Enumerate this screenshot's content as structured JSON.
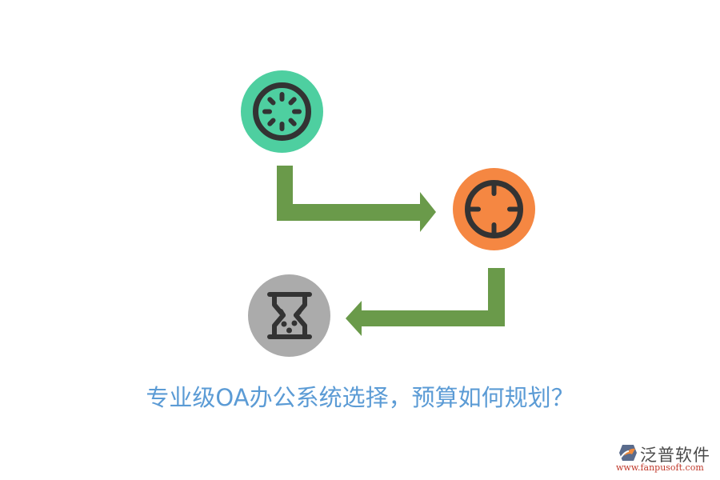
{
  "title": "专业级OA办公系统选择，预算如何规划？",
  "colors": {
    "background": "#ffffff",
    "step1_circle": "#4ecfa0",
    "step2_circle": "#f58742",
    "step3_circle": "#ababab",
    "icon_stroke": "#333333",
    "arrow": "#6a9a4a",
    "title_text": "#5b9bd5"
  },
  "steps": [
    {
      "icon": "loading-spinner-icon",
      "color": "#4ecfa0"
    },
    {
      "icon": "crosshair-target-icon",
      "color": "#f58742"
    },
    {
      "icon": "hourglass-icon",
      "color": "#ababab"
    }
  ],
  "arrows": [
    {
      "direction": "down-then-right",
      "from": "step1",
      "to": "step2"
    },
    {
      "direction": "down-then-left",
      "from": "step2",
      "to": "step3"
    }
  ],
  "logo": {
    "name": "泛普软件",
    "url": "www.fanpusoft.com"
  }
}
